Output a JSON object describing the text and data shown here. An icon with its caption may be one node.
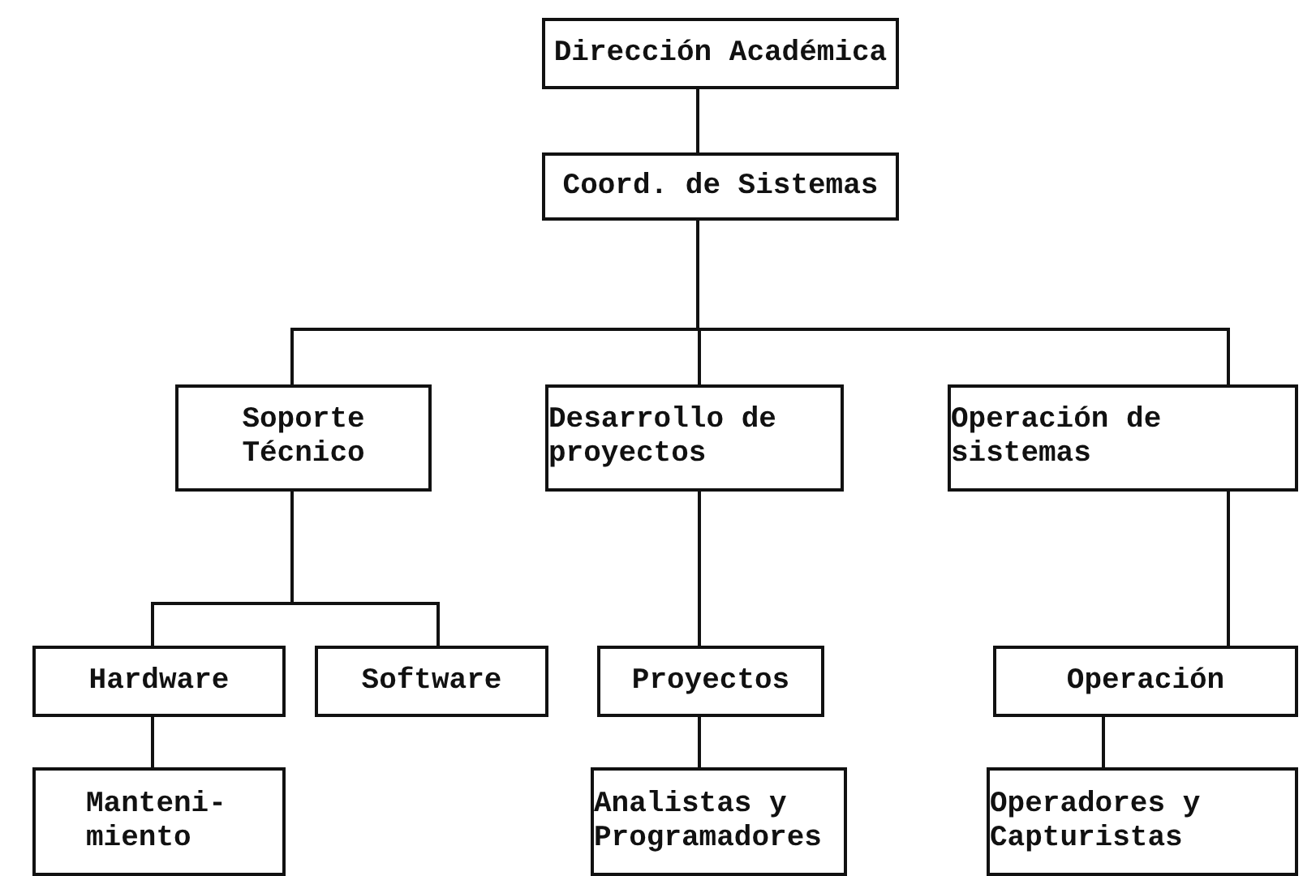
{
  "diagram": {
    "nodes": [
      {
        "text": [
          "Dirección Académica"
        ]
      },
      {
        "text": [
          "Coord. de Sistemas"
        ]
      },
      {
        "text": [
          "Soporte Técnico"
        ]
      },
      {
        "text": [
          "Desarrollo de proyectos"
        ]
      },
      {
        "text": [
          "Operación de sistemas"
        ]
      },
      {
        "text": [
          "Hardware"
        ]
      },
      {
        "text": [
          "Software"
        ]
      },
      {
        "text": [
          "Proyectos"
        ]
      },
      {
        "text": [
          "Operación"
        ]
      },
      {
        "text": [
          "Manteni- miento"
        ]
      },
      {
        "text": [
          "Analistas y Programadores"
        ]
      },
      {
        "text": [
          "Operadores y Capturistas"
        ]
      }
    ],
    "edges": [
      {
        "from": 0,
        "to": 1,
        "arrow": "none"
      },
      {
        "from": 1,
        "to": 2,
        "arrow": "none"
      },
      {
        "from": 1,
        "to": 3,
        "arrow": "none"
      },
      {
        "from": 1,
        "to": 4,
        "arrow": "none"
      },
      {
        "from": 2,
        "to": 5,
        "arrow": "none"
      },
      {
        "from": 2,
        "to": 6,
        "arrow": "none"
      },
      {
        "from": 3,
        "to": 7,
        "arrow": "none"
      },
      {
        "from": 4,
        "to": 8,
        "arrow": "none"
      },
      {
        "from": 5,
        "to": 9,
        "arrow": "none"
      },
      {
        "from": 7,
        "to": 10,
        "arrow": "none"
      },
      {
        "from": 8,
        "to": 11,
        "arrow": "none"
      }
    ]
  }
}
